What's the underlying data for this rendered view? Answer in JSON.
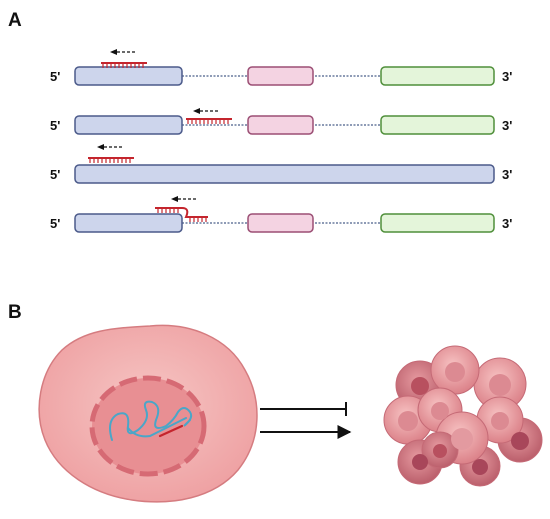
{
  "panels": {
    "a": {
      "label": "A"
    },
    "b": {
      "label": "B"
    }
  },
  "strand_ends": {
    "five_prime": "5'",
    "three_prime": "3'"
  },
  "colors": {
    "exon_blue_fill": "#cdd5ec",
    "exon_blue_stroke": "#4b5a8a",
    "exon_pink_fill": "#f4d3e2",
    "exon_pink_stroke": "#9b4e74",
    "exon_green_fill": "#e4f5da",
    "exon_green_stroke": "#4f8f3a",
    "intron_line": "#8e9bb6",
    "probe_red": "#c4252d",
    "cell_fill": "#f2b5b5",
    "nucleus_fill": "#e98e92",
    "rna_blue": "#4aa6c8",
    "arrow_black": "#111111"
  },
  "icons": [
    "dashed-left-arrow-icon",
    "inhibition-arrow-icon",
    "activation-arrow-icon",
    "cancer-cell-cluster-icon"
  ]
}
